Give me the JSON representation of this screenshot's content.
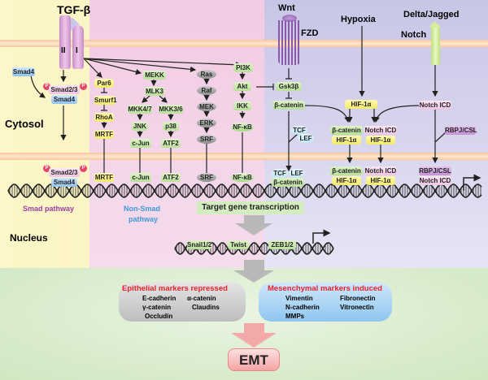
{
  "regions": {
    "cytosol": "Cytosol",
    "nucleus": "Nucleus"
  },
  "ligands": {
    "tgfb": "TGF-β",
    "wnt": "Wnt",
    "fzd": "FZD",
    "hypoxia": "Hypoxia",
    "delta_jagged": "Delta/Jagged",
    "notch": "Notch"
  },
  "receptor": {
    "type2": "II",
    "type1": "I"
  },
  "smad": {
    "smad4_free": "Smad4",
    "smad23": "Smad2/3",
    "smad4": "Smad4",
    "phospho": "P",
    "smad23_nuc": "Smad2/3",
    "smad4_nuc": "Smad4",
    "pathway_label": "Smad pathway"
  },
  "nonsmad": {
    "par6": "Par6",
    "smurf1": "Smurf1",
    "rhoa": "RhoA",
    "mrtf": "MRTF",
    "mrtf_nuc": "MRTF",
    "mekk": "MEKK",
    "mlk3": "MLK3",
    "mkk47": "MKK4/7",
    "mkk36": "MKK3/6",
    "jnk": "JNK",
    "p38": "p38",
    "cjun": "c-Jun",
    "atf2": "ATF2",
    "cjun_nuc": "c-Jun",
    "atf2_nuc": "ATF2",
    "ras": "Ras",
    "raf": "Raf",
    "mek": "MEK",
    "erk": "ERK",
    "srf": "SRF",
    "srf_nuc": "SRF",
    "pi3k": "PI3K",
    "akt": "Akt",
    "ikk": "IKK",
    "nfkb": "NF-κB",
    "nfkb_nuc": "NF-κB",
    "pathway_label_1": "Non-Smad",
    "pathway_label_2": "pathway"
  },
  "wnt_path": {
    "gsk3b": "Gsk3β",
    "bcatenin": "β-catenin",
    "tcf": "TCF",
    "lef": "LEF",
    "tcf_nuc": "TCF",
    "lef_nuc": "LEF",
    "bcatenin_nuc": "β-catenin"
  },
  "hypoxia_path": {
    "hif1a": "HIF-1α",
    "bcat_hif_b": "β-catenin",
    "bcat_hif_h": "HIF-1α",
    "bcat_hif_b_nuc": "β-catenin",
    "bcat_hif_h_nuc": "HIF-1α"
  },
  "notch_path": {
    "notch_icd": "Notch ICD",
    "nicd_hif_n": "Notch ICD",
    "nicd_hif_h": "HIF-1α",
    "nicd_hif_n_nuc": "Notch ICD",
    "nicd_hif_h_nuc": "HIF-1α",
    "rbpj": "RBPJ/CSL",
    "rbpj_nuc": "RBPJ/CSL",
    "notch_icd_nuc": "Notch ICD"
  },
  "transcription": {
    "target": "Target gene transcription",
    "snail": "Snail1/2",
    "twist": "Twist",
    "zeb": "ZEB1/2"
  },
  "markers": {
    "epithelial_title": "Epithelial markers repressed",
    "epithelial": [
      "E-cadherin",
      "α-catenin",
      "γ-catenin",
      "Claudins",
      "Occludin"
    ],
    "mesenchymal_title": "Mesenchymal markers induced",
    "mesenchymal": [
      "Vimentin",
      "Fibronectin",
      "N-cadherin",
      "Vitronectin",
      "MMPs"
    ]
  },
  "outcome": "EMT",
  "colors": {
    "smad_label": "#9b3fa0",
    "nonsmad_label": "#3f9ad8",
    "marker_title": "#e8202a"
  }
}
